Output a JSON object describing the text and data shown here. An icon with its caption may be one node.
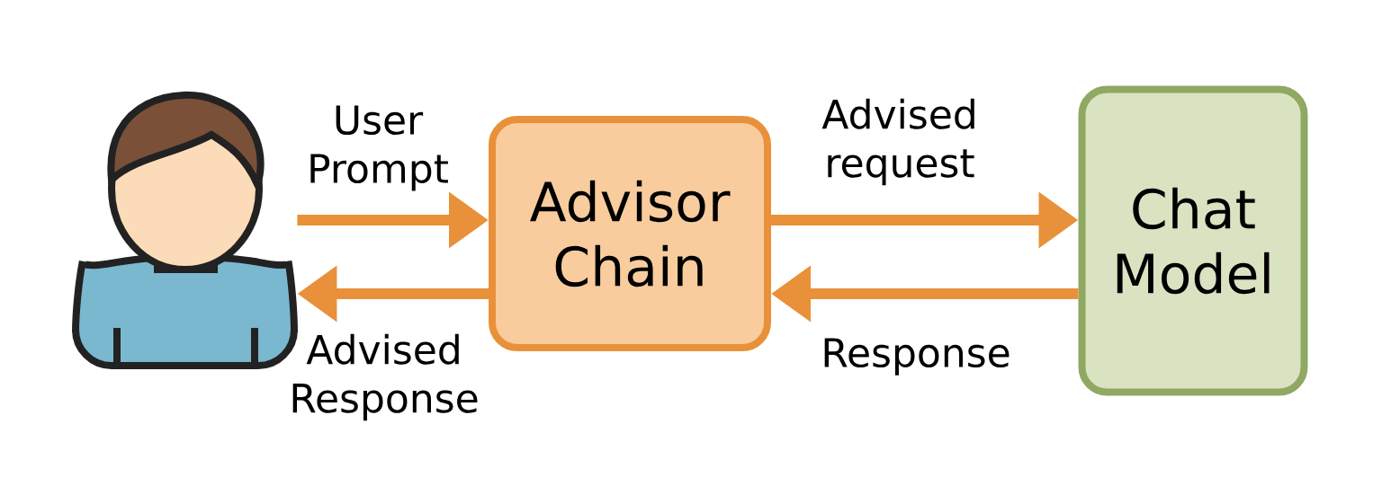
{
  "diagram": {
    "nodes": [
      {
        "text": [],
        "shape": "person"
      },
      {
        "text": [
          "Advisor Chain"
        ]
      },
      {
        "text": [
          "Chat Model"
        ]
      }
    ],
    "edges": [
      {
        "from": 0,
        "to": 1,
        "arrow": "to",
        "label": "User Prompt"
      },
      {
        "from": 1,
        "to": 2,
        "arrow": "to",
        "label": "Advised request"
      },
      {
        "from": 2,
        "to": 1,
        "arrow": "to",
        "label": "Response"
      },
      {
        "from": 1,
        "to": 0,
        "arrow": "to",
        "label": "Advised Response"
      }
    ]
  }
}
